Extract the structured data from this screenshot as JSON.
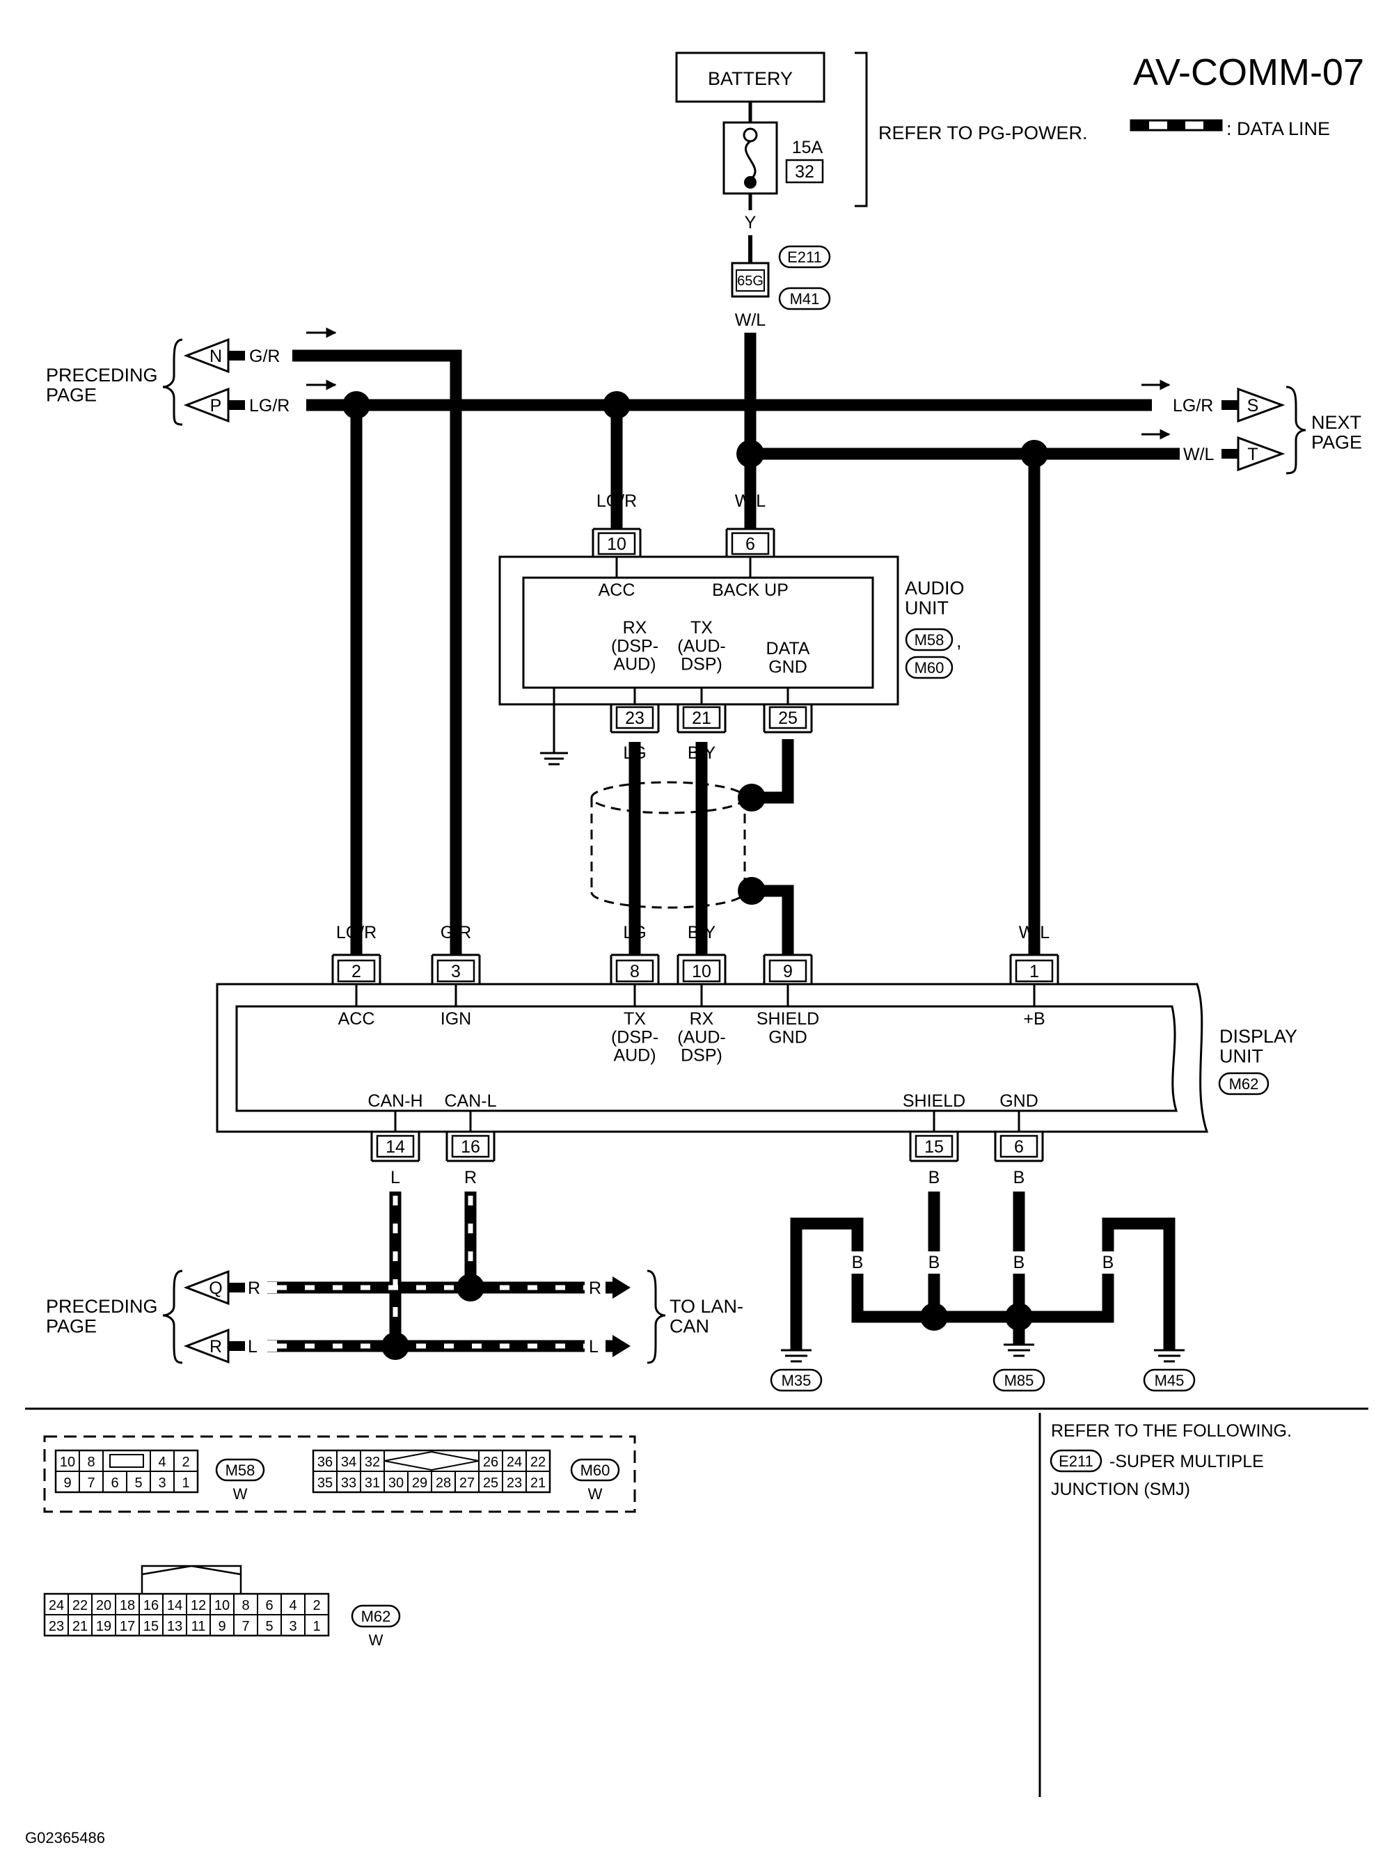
{
  "page": {
    "title": "AV-COMM-07",
    "legend": ": DATA LINE",
    "figure_id": "G02365486"
  },
  "power": {
    "battery": "BATTERY",
    "fuse_rating": "15A",
    "fuse_no": "32",
    "refer": "REFER TO PG-POWER.",
    "wire_y": "Y",
    "joint_pin": "65G",
    "joint_conn_a": "E211",
    "joint_conn_b": "M41",
    "wire_wl": "W/L"
  },
  "links": {
    "preceding": "PRECEDING\nPAGE",
    "next": "NEXT\nPAGE",
    "to_lan": "TO LAN-\nCAN",
    "N": "N",
    "P": "P",
    "S": "S",
    "T": "T",
    "Q": "Q",
    "R": "R",
    "gr": "G/R",
    "lgr": "LG/R",
    "wl": "W/L",
    "r": "R",
    "l": "L"
  },
  "audio_unit": {
    "name": "AUDIO\nUNIT",
    "conn1": "M58",
    "conn2": "M60",
    "pin_acc": "10",
    "wire_acc": "LG/R",
    "label_acc": "ACC",
    "pin_backup": "6",
    "wire_backup": "W/L",
    "label_backup": "BACK UP",
    "pin_rx": "23",
    "wire_rx": "LG",
    "label_rx": "RX\n(DSP-\nAUD)",
    "pin_tx": "21",
    "wire_tx": "B/Y",
    "label_tx": "TX\n(AUD-\nDSP)",
    "pin_gnd": "25",
    "label_gnd": "DATA\nGND"
  },
  "display_unit": {
    "name": "DISPLAY\nUNIT",
    "conn": "M62",
    "pin_acc": "2",
    "wire_acc": "LG/R",
    "label_acc": "ACC",
    "pin_ign": "3",
    "wire_ign": "G/R",
    "label_ign": "IGN",
    "pin_tx": "8",
    "wire_tx": "LG",
    "label_tx": "TX\n(DSP-\nAUD)",
    "pin_rx": "10",
    "wire_rx": "B/Y",
    "label_rx": "RX\n(AUD-\nDSP)",
    "pin_shield": "9",
    "label_shield": "SHIELD\nGND",
    "pin_b": "1",
    "wire_b": "W/L",
    "label_b": "+B",
    "pin_canh": "14",
    "wire_canh": "L",
    "label_canh": "CAN-H",
    "pin_canl": "16",
    "wire_canl": "R",
    "label_canl": "CAN-L",
    "pin_shield2": "15",
    "wire_shield2": "B",
    "label_shield2": "SHIELD",
    "pin_gnd": "6",
    "wire_gnd": "B",
    "label_gnd": "GND"
  },
  "grounds": {
    "wire": "B",
    "g1": "M35",
    "g2": "M85",
    "g3": "M45"
  },
  "connectors": {
    "m58": {
      "id": "M58",
      "color": "W",
      "top": [
        "10",
        "8",
        "",
        "4",
        "2"
      ],
      "bottom": [
        "9",
        "7",
        "6",
        "5",
        "3",
        "1"
      ]
    },
    "m60": {
      "id": "M60",
      "color": "W",
      "top": [
        "36",
        "34",
        "32",
        "",
        "26",
        "24",
        "22"
      ],
      "bottom": [
        "35",
        "33",
        "31",
        "30",
        "29",
        "28",
        "27",
        "25",
        "23",
        "21"
      ]
    },
    "m62": {
      "id": "M62",
      "color": "W",
      "top": [
        "24",
        "22",
        "20",
        "18",
        "16",
        "14",
        "12",
        "10",
        "8",
        "6",
        "4",
        "2"
      ],
      "bottom": [
        "23",
        "21",
        "19",
        "17",
        "15",
        "13",
        "11",
        "9",
        "7",
        "5",
        "3",
        "1"
      ]
    }
  },
  "refer_box": {
    "line1": "REFER TO THE FOLLOWING.",
    "conn": "E211",
    "line2": "-SUPER MULTIPLE",
    "line3": "JUNCTION (SMJ)"
  }
}
